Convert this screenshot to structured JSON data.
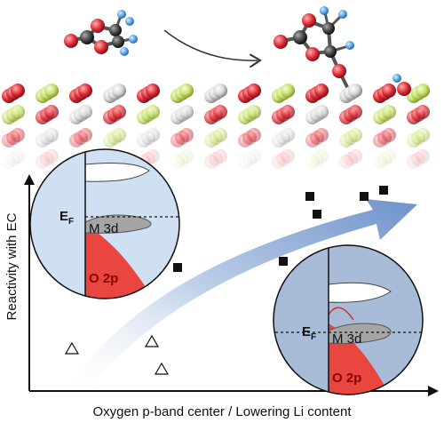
{
  "figure": {
    "x_axis_label": "Oxygen p-band center / Lowering Li content",
    "y_axis_label": "Reactivity with EC",
    "inset_left": {
      "fermi_label": "E",
      "fermi_sub": "F",
      "metal_band_label": "M 3d",
      "oxygen_band_label": "O 2p"
    },
    "inset_right": {
      "fermi_label": "E",
      "fermi_sub": "F",
      "metal_band_label": "M 3d",
      "oxygen_band_label": "O 2p"
    }
  },
  "colors": {
    "oxygen_atom": "#e0303a",
    "carbon_atom": "#444444",
    "hydrogen_atom": "#5aa6e8",
    "lithium_atom": "#c6e070",
    "transition_metal_atom": "#d8d8d8",
    "inset_left_bg": "#cfe0f3",
    "inset_right_bg": "#a8bcd8",
    "o2p_band": "#e8463f",
    "m3d_band": "#a5a5a5",
    "trend_arrow": "#5f86c4"
  },
  "icons": {
    "reaction_arrow": "curved-arrow-icon",
    "trend_arrow": "trend-arrow-icon"
  }
}
